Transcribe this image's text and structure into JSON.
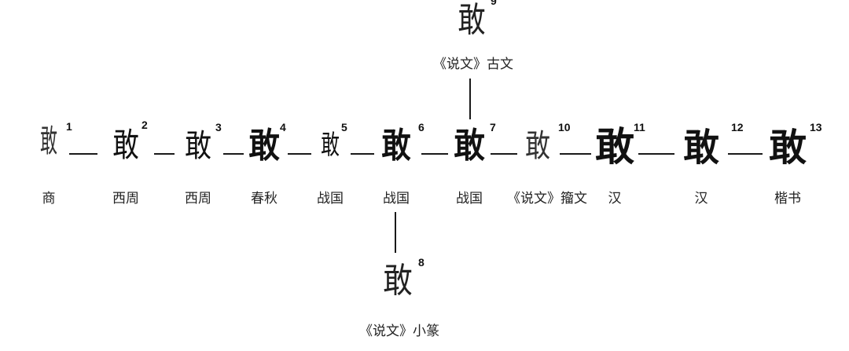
{
  "nodes": [
    {
      "id": "n1",
      "num": "1",
      "glyph": "敢",
      "label": "商"
    },
    {
      "id": "n2",
      "num": "2",
      "glyph": "敢",
      "label": "西周"
    },
    {
      "id": "n3",
      "num": "3",
      "glyph": "敢",
      "label": "西周"
    },
    {
      "id": "n4",
      "num": "4",
      "glyph": "敢",
      "label": "春秋"
    },
    {
      "id": "n5",
      "num": "5",
      "glyph": "敢",
      "label": "战国"
    },
    {
      "id": "n6",
      "num": "6",
      "glyph": "敢",
      "label": "战国"
    },
    {
      "id": "n7",
      "num": "7",
      "glyph": "敢",
      "label": "战国"
    },
    {
      "id": "n10",
      "num": "10",
      "glyph": "敢",
      "label": "《说文》籀文"
    },
    {
      "id": "n11",
      "num": "11",
      "glyph": "敢",
      "label": "汉"
    },
    {
      "id": "n12",
      "num": "12",
      "glyph": "敢",
      "label": "汉"
    },
    {
      "id": "n13",
      "num": "13",
      "glyph": "敢",
      "label": "楷书"
    },
    {
      "id": "n9",
      "num": "9",
      "glyph": "敢",
      "label": "《说文》古文"
    },
    {
      "id": "n8",
      "num": "8",
      "glyph": "敢",
      "label": "《说文》小篆"
    }
  ]
}
